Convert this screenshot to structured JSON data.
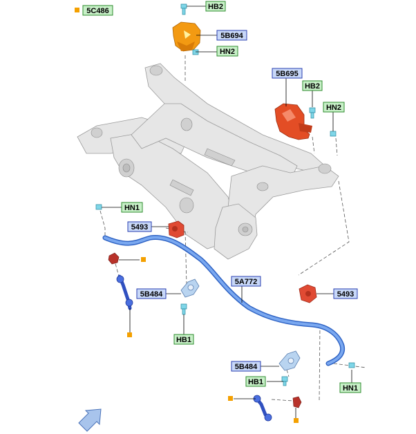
{
  "colors": {
    "green_frame": "#2e8b2e",
    "green_fill": "#c8f0c8",
    "blue_frame": "#2a3fb0",
    "blue_fill": "#c8d8f8",
    "marker": "#f4a000",
    "stabilizer": "#5b8fe0",
    "bushing_red": "#d83a2a",
    "mount_orange": "#f0a020",
    "frame_grey": "#e4e4e4"
  },
  "labels": {
    "c486": "5C486",
    "hb2_top": "HB2",
    "b694": "5B694",
    "hn2_top": "HN2",
    "b695": "5B695",
    "hb2_right": "HB2",
    "hn2_right": "HN2",
    "hn1_left": "HN1",
    "p5493_left": "5493",
    "a772": "5A772",
    "b484_left": "5B484",
    "hb1_left": "HB1",
    "p5493_right": "5493",
    "b484_right": "5B484",
    "hb1_right": "HB1",
    "hn1_right": "HN1"
  },
  "icons": {
    "direction_arrow": "front-direction-arrow-icon",
    "marker": "orange-square-marker-icon"
  }
}
